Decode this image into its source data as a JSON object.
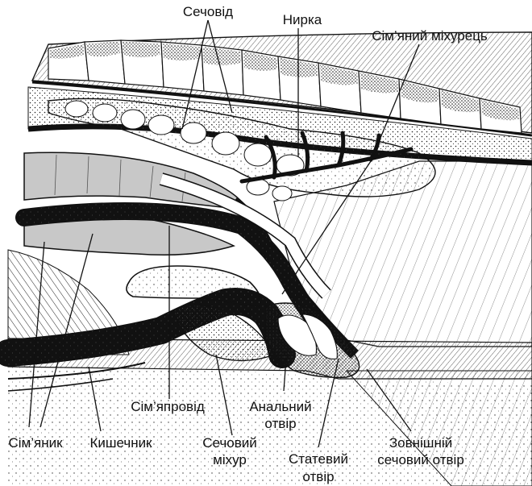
{
  "labels": {
    "sechovid": "Сечовід",
    "nyrka": "Нирка",
    "simyanyi_mikhurets": "Сім’яний міхурець",
    "simyaprovid": "Сім’япровід",
    "analnyi_otvir_1": "Анальний",
    "analnyi_otvir_2": "отвір",
    "simyanyk": "Сім’яник",
    "kyshechnyk": "Кишечник",
    "sechovyi_mikhur_1": "Сечовий",
    "sechovyi_mikhur_2": "міхур",
    "statevyi_otvir_1": "Статевий",
    "statevyi_otvir_2": "отвір",
    "zovnishnii_sechovyi_otvir_1": "Зовнішній",
    "zovnishnii_sechovyi_otvir_2": "сечовий отвір"
  },
  "colors": {
    "ink": "#111111",
    "testis_fill": "#c8c8c8",
    "background": "#ffffff"
  }
}
